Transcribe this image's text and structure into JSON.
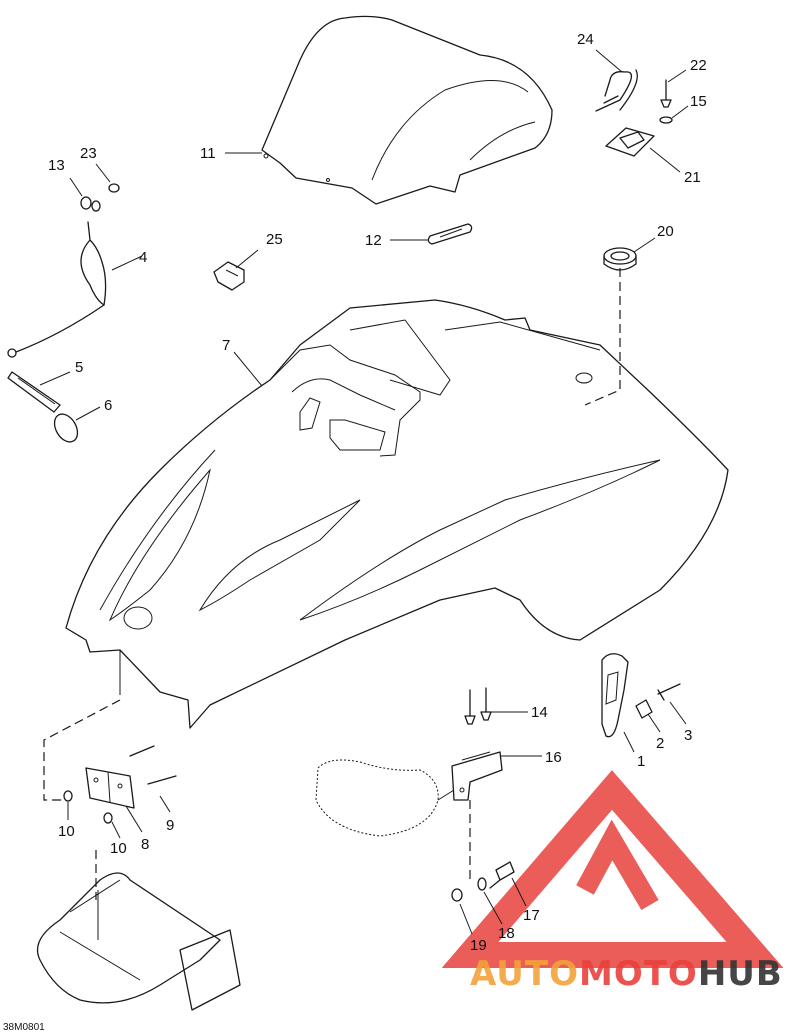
{
  "diagram_code": "38M0801",
  "callouts": [
    "1",
    "2",
    "3",
    "4",
    "5",
    "6",
    "7",
    "8",
    "9",
    "10",
    "10",
    "11",
    "12",
    "13",
    "14",
    "15",
    "16",
    "17",
    "18",
    "19",
    "20",
    "21",
    "22",
    "23",
    "24",
    "25"
  ],
  "watermark": {
    "part1": "AUTO",
    "part2": "MOTO",
    "part3": "HUB",
    "color_red": "#e8413c",
    "color_orange": "#f2a23a",
    "color_dark": "#333333"
  }
}
